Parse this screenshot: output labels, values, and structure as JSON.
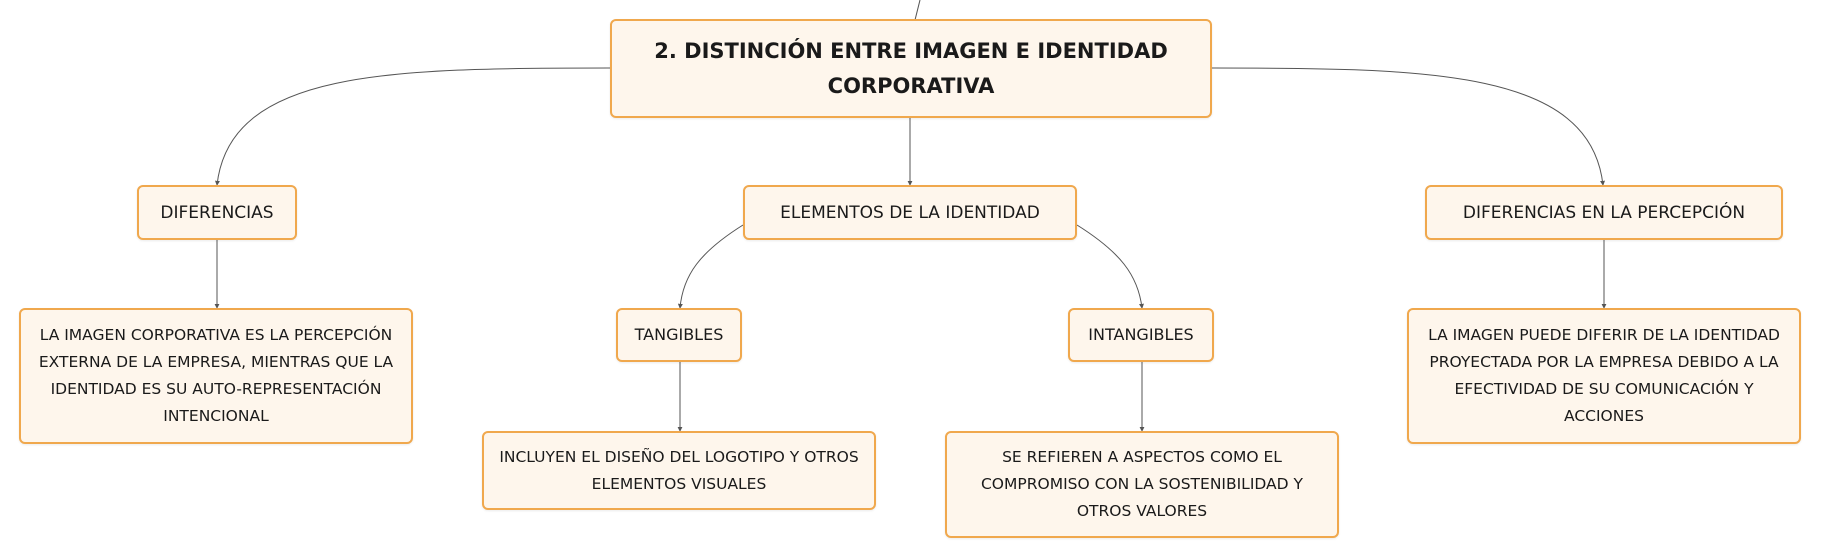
{
  "diagram": {
    "root": {
      "label": "2. DISTINCIÓN ENTRE IMAGEN E IDENTIDAD CORPORATIVA"
    },
    "branches": {
      "diferencias": {
        "label": "DIFERENCIAS",
        "detail": "LA IMAGEN CORPORATIVA ES LA PERCEPCIÓN EXTERNA DE LA EMPRESA, MIENTRAS QUE LA IDENTIDAD ES SU AUTO-REPRESENTACIÓN INTENCIONAL"
      },
      "elementos": {
        "label": "ELEMENTOS DE LA IDENTIDAD",
        "tangibles": {
          "label": "TANGIBLES",
          "detail": "INCLUYEN EL DISEÑO DEL LOGOTIPO Y OTROS ELEMENTOS VISUALES"
        },
        "intangibles": {
          "label": "INTANGIBLES",
          "detail": "SE REFIEREN A ASPECTOS COMO EL COMPROMISO CON LA SOSTENIBILIDAD Y OTROS VALORES"
        }
      },
      "percepcion": {
        "label": "DIFERENCIAS EN LA PERCEPCIÓN",
        "detail": "LA IMAGEN PUEDE DIFERIR DE LA IDENTIDAD PROYECTADA POR LA EMPRESA DEBIDO A LA EFECTIVIDAD DE SU COMUNICACIÓN Y ACCIONES"
      }
    },
    "colors": {
      "node_fill": "#fef6ec",
      "node_border": "#f0a84d",
      "connector": "#555555",
      "text": "#1a1a1a"
    }
  }
}
